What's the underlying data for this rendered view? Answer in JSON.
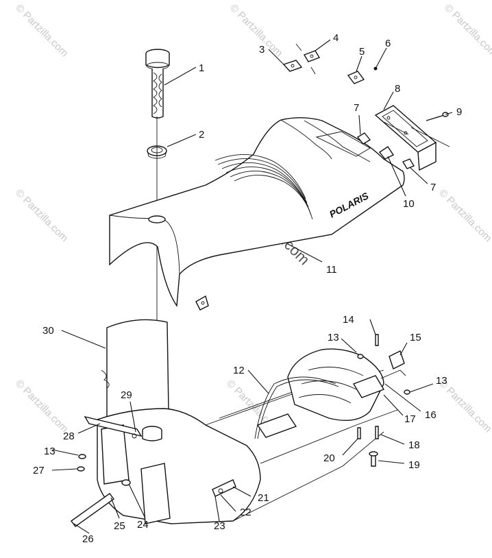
{
  "watermarks": {
    "small": "© Partzilla.com",
    "center": "© Partzilla.com"
  },
  "brand_logo": "POLARIS",
  "callouts": [
    "1",
    "2",
    "3",
    "4",
    "5",
    "6",
    "7",
    "7",
    "8",
    "9",
    "10",
    "11",
    "12",
    "13",
    "13",
    "13",
    "14",
    "15",
    "16",
    "17",
    "18",
    "19",
    "20",
    "21",
    "22",
    "23",
    "24",
    "25",
    "26",
    "27",
    "28",
    "29",
    "30"
  ]
}
